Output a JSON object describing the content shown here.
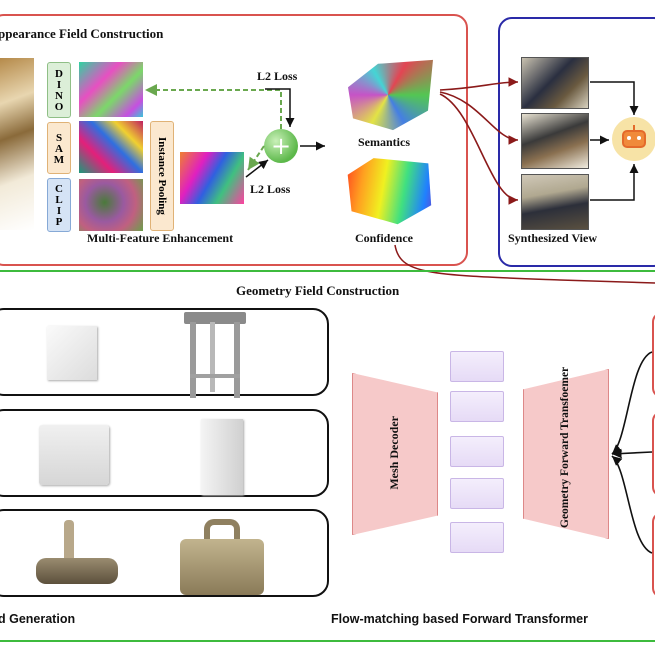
{
  "appearance": {
    "title": "ppearance Field Construction",
    "features": [
      "DINO",
      "SAM",
      "CLIP"
    ],
    "pooling_label": "Instance Pooling",
    "loss_top": "L2 Loss",
    "loss_bottom": "L2 Loss",
    "enhancement_label": "Multi-Feature Enhancement",
    "semantics_label": "Semantics",
    "confidence_label": "Confidence",
    "synthesized_label": "Synthesized View"
  },
  "geometry": {
    "title": "Geometry Field Construction",
    "left_caption": "d Generation",
    "right_caption": "Flow-matching based Forward Transformer",
    "mesh_decoder": "Mesh Decoder",
    "transformer": "Geometry Forward Transfoemer"
  },
  "colors": {
    "appearance_border": "#d9534f",
    "synth_border": "#2a2aa8",
    "geometry_border": "#3dbb3d",
    "arrow_dark_red": "#8b1a1a",
    "decoder_fill": "#f6c9c9",
    "token_fill": "#ece3f8",
    "dino_tag": "#dcefd8",
    "sam_tag": "#fbe8cf",
    "clip_tag": "#d5e3f5",
    "pooling_tag": "#fbe8cf"
  },
  "icons": [
    "plus-circle-icon",
    "robot-icon"
  ]
}
